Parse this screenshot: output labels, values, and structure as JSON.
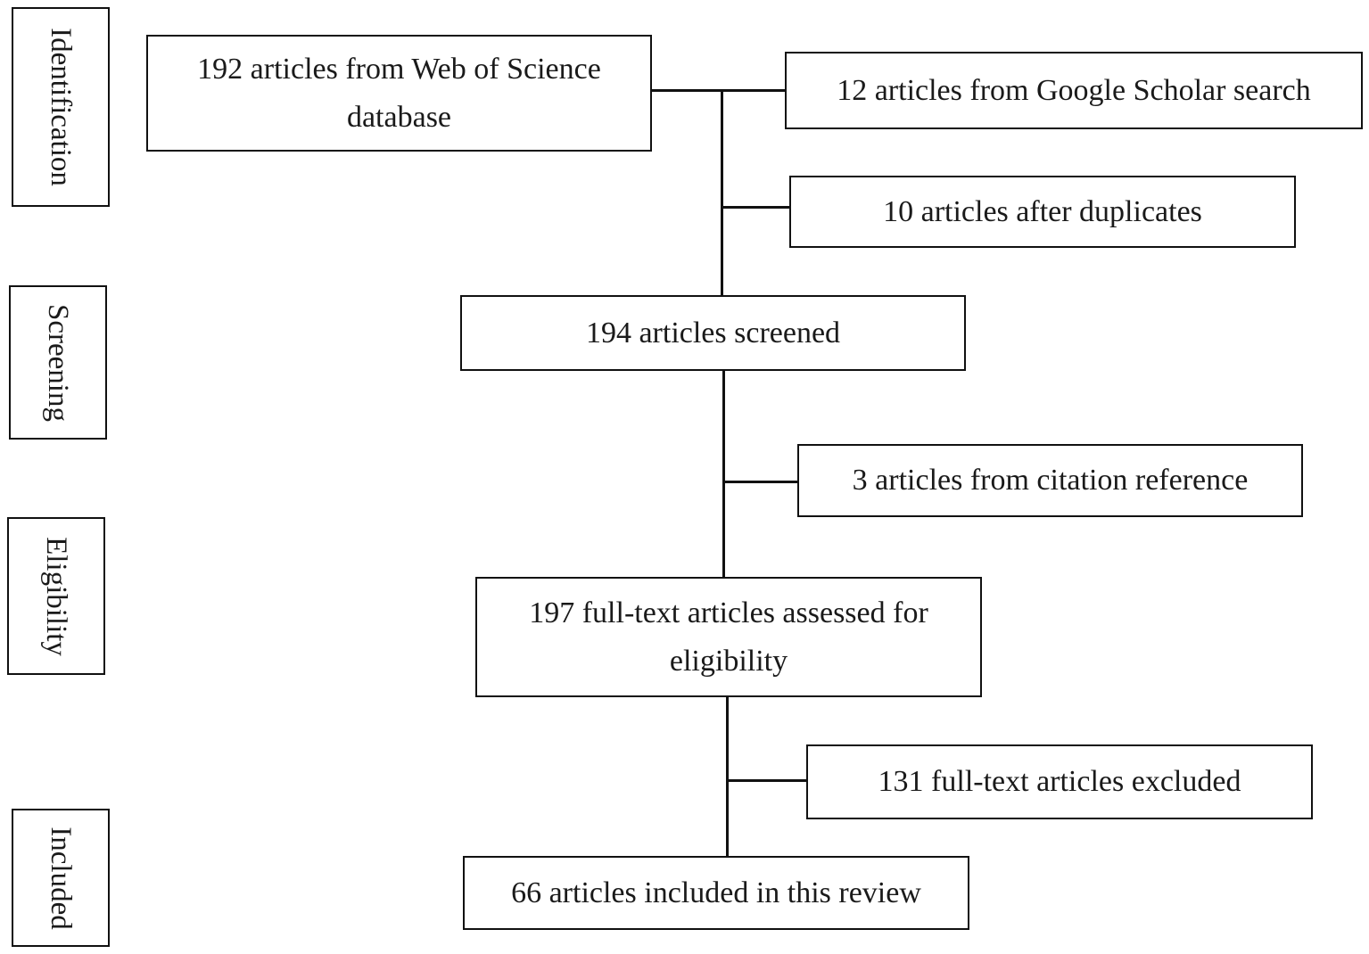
{
  "stages": {
    "identification": "Identification",
    "screening": "Screening",
    "eligibility": "Eligibility",
    "included": "Included"
  },
  "boxes": {
    "web_of_science": "192 articles from Web of Science database",
    "google_scholar": "12 articles from Google Scholar search",
    "after_duplicates": "10 articles after duplicates",
    "screened": "194 articles screened",
    "citation_reference": "3 articles from citation reference",
    "full_text_assessed": "197 full-text articles assessed for eligibility",
    "full_text_excluded": "131 full-text articles excluded",
    "included_review": "66 articles included in this review"
  },
  "colors": {
    "line": "#111111",
    "text": "#1a1a1a",
    "background": "#ffffff"
  }
}
